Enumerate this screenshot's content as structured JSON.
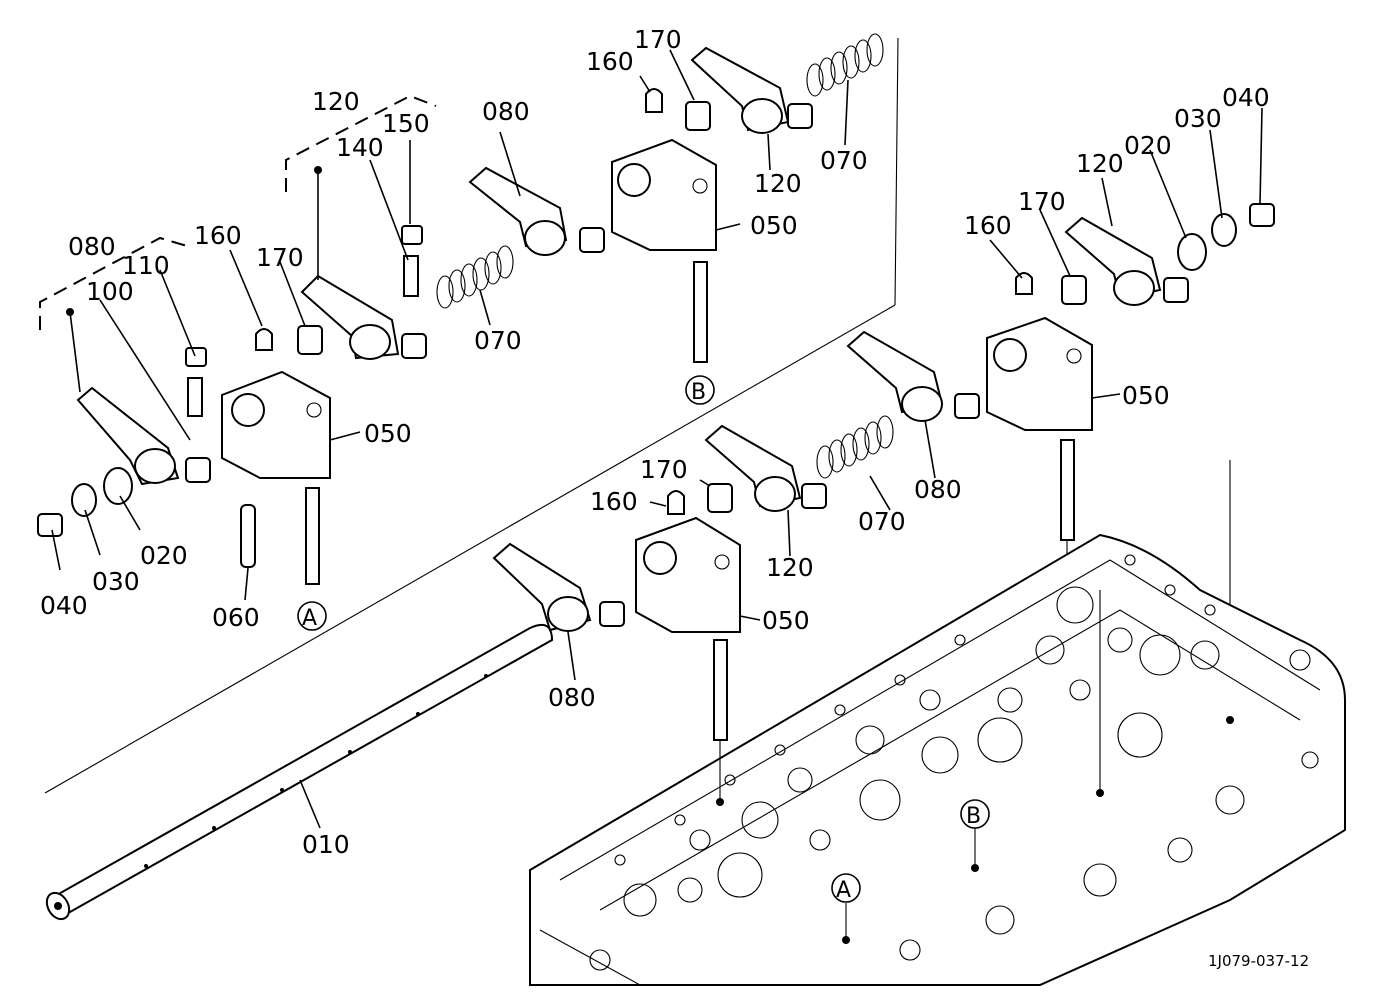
{
  "figure_code": "1J079-037-12",
  "callouts": {
    "c010": "010",
    "c020": "020",
    "c030": "030",
    "c040": "040",
    "c050": "050",
    "c060": "060",
    "c070": "070",
    "c080": "080",
    "c100": "100",
    "c110": "110",
    "c120": "120",
    "c140": "140",
    "c150": "150",
    "c160": "160",
    "c170": "170"
  },
  "markers": {
    "a": "A",
    "b": "B"
  }
}
